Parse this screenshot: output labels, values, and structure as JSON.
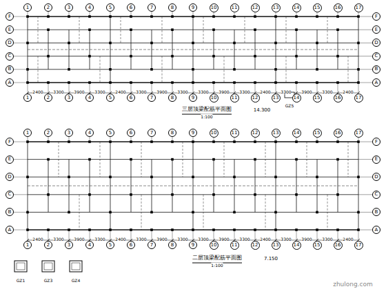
{
  "diagram": {
    "nodes": [
      {
        "text": [
          "1"
        ]
      },
      {
        "text": [
          "2"
        ]
      },
      {
        "text": [
          "3"
        ]
      },
      {
        "text": [
          "4"
        ]
      },
      {
        "text": [
          "5"
        ]
      },
      {
        "text": [
          "6"
        ]
      },
      {
        "text": [
          "7"
        ]
      },
      {
        "text": [
          "8"
        ]
      },
      {
        "text": [
          "9"
        ]
      },
      {
        "text": [
          "10"
        ]
      },
      {
        "text": [
          "11"
        ]
      },
      {
        "text": [
          "12"
        ]
      },
      {
        "text": [
          "13"
        ]
      },
      {
        "text": [
          "14"
        ]
      },
      {
        "text": [
          "15"
        ]
      },
      {
        "text": [
          "16"
        ]
      },
      {
        "text": [
          "17"
        ]
      },
      {
        "text": [
          "1"
        ]
      },
      {
        "text": [
          "2"
        ]
      },
      {
        "text": [
          "3"
        ]
      },
      {
        "text": [
          "4"
        ]
      },
      {
        "text": [
          "5"
        ]
      },
      {
        "text": [
          "6"
        ]
      },
      {
        "text": [
          "7"
        ]
      },
      {
        "text": [
          "8"
        ]
      },
      {
        "text": [
          "9"
        ]
      },
      {
        "text": [
          "10"
        ]
      },
      {
        "text": [
          "11"
        ]
      },
      {
        "text": [
          "12"
        ]
      },
      {
        "text": [
          "13"
        ]
      },
      {
        "text": [
          "14"
        ]
      },
      {
        "text": [
          "15"
        ]
      },
      {
        "text": [
          "16"
        ]
      },
      {
        "text": [
          "17"
        ]
      },
      {
        "text": [
          "F"
        ]
      },
      {
        "text": [
          "E"
        ]
      },
      {
        "text": [
          "D"
        ]
      },
      {
        "text": [
          "C"
        ]
      },
      {
        "text": [
          "B"
        ]
      },
      {
        "text": [
          "A"
        ]
      },
      {
        "text": [
          "F"
        ]
      },
      {
        "text": [
          "E"
        ]
      },
      {
        "text": [
          "D"
        ]
      },
      {
        "text": [
          "C"
        ]
      },
      {
        "text": [
          "B"
        ]
      },
      {
        "text": [
          "A"
        ]
      },
      {
        "text": [
          "1"
        ]
      },
      {
        "text": [
          "2"
        ]
      },
      {
        "text": [
          "3"
        ]
      },
      {
        "text": [
          "4"
        ]
      },
      {
        "text": [
          "5"
        ]
      },
      {
        "text": [
          "6"
        ]
      },
      {
        "text": [
          "7"
        ]
      },
      {
        "text": [
          "8"
        ]
      },
      {
        "text": [
          "9"
        ]
      },
      {
        "text": [
          "10"
        ]
      },
      {
        "text": [
          "11"
        ]
      },
      {
        "text": [
          "12"
        ]
      },
      {
        "text": [
          "13"
        ]
      },
      {
        "text": [
          "14"
        ]
      },
      {
        "text": [
          "15"
        ]
      },
      {
        "text": [
          "16"
        ]
      },
      {
        "text": [
          "17"
        ]
      },
      {
        "text": [
          "1"
        ]
      },
      {
        "text": [
          "2"
        ]
      },
      {
        "text": [
          "3"
        ]
      },
      {
        "text": [
          "4"
        ]
      },
      {
        "text": [
          "5"
        ]
      },
      {
        "text": [
          "6"
        ]
      },
      {
        "text": [
          "7"
        ]
      },
      {
        "text": [
          "8"
        ]
      },
      {
        "text": [
          "9"
        ]
      },
      {
        "text": [
          "10"
        ]
      },
      {
        "text": [
          "11"
        ]
      },
      {
        "text": [
          "12"
        ]
      },
      {
        "text": [
          "13"
        ]
      },
      {
        "text": [
          "14"
        ]
      },
      {
        "text": [
          "15"
        ]
      },
      {
        "text": [
          "16"
        ]
      },
      {
        "text": [
          "17"
        ]
      },
      {
        "text": [
          "F"
        ]
      },
      {
        "text": [
          "E"
        ]
      },
      {
        "text": [
          "D"
        ]
      },
      {
        "text": [
          "C"
        ]
      },
      {
        "text": [
          "B"
        ]
      },
      {
        "text": [
          "A"
        ]
      },
      {
        "text": [
          "F"
        ]
      },
      {
        "text": [
          "E"
        ]
      },
      {
        "text": [
          "D"
        ]
      },
      {
        "text": [
          "C"
        ]
      },
      {
        "text": [
          "B"
        ]
      },
      {
        "text": [
          "A"
        ]
      }
    ],
    "labels": [
      "三层顶梁配筋平面图",
      "14.300",
      "1:100",
      "GZ5",
      "2400",
      "3300",
      "3900",
      "3300",
      "2400",
      "3300",
      "3900",
      "3300",
      "3300",
      "3900",
      "3300",
      "2400",
      "3300",
      "3900",
      "3300",
      "2400",
      "2400",
      "3300",
      "3900",
      "3300",
      "2400",
      "3300",
      "3900",
      "3300",
      "3300",
      "3900",
      "3300",
      "2400",
      "3300",
      "3900",
      "3300",
      "2400",
      "二层顶梁配筋平面图",
      "7.150",
      "1:100",
      "GZ1",
      "GZ3",
      "GZ4",
      "zhulong.com"
    ]
  }
}
